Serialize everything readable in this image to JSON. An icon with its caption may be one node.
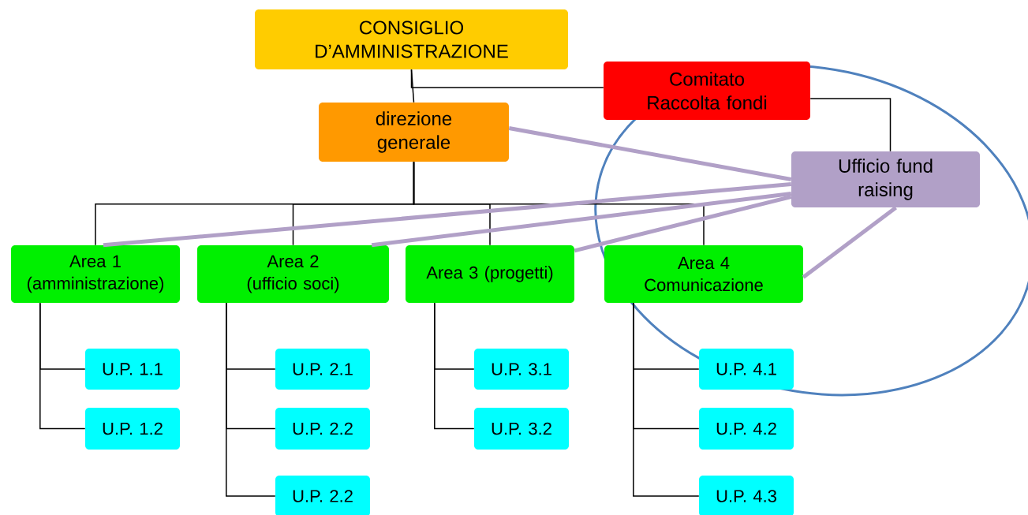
{
  "diagram": {
    "nodes": [
      {
        "text": [
          "CONSIGLIO D’AMMINISTRAZIONE"
        ]
      },
      {
        "text": [
          "Comitato Raccolta fondi"
        ]
      },
      {
        "text": [
          "direzione generale"
        ]
      },
      {
        "text": [
          "Ufficio fund raising"
        ]
      },
      {
        "text": [
          "Area 1 (amministrazione)"
        ]
      },
      {
        "text": [
          "Area 2 (ufficio soci)"
        ]
      },
      {
        "text": [
          "Area 3 (progetti)"
        ]
      },
      {
        "text": [
          "Area 4 Comunicazione"
        ]
      },
      {
        "text": [
          "U.P. 1.1"
        ]
      },
      {
        "text": [
          "U.P. 1.2"
        ]
      },
      {
        "text": [
          "U.P. 2.1"
        ]
      },
      {
        "text": [
          "U.P. 2.2"
        ]
      },
      {
        "text": [
          "U.P. 2.2"
        ]
      },
      {
        "text": [
          "U.P. 3.1"
        ]
      },
      {
        "text": [
          "U.P. 3.2"
        ]
      },
      {
        "text": [
          "U.P. 4.1"
        ]
      },
      {
        "text": [
          "U.P. 4.2"
        ]
      },
      {
        "text": [
          "U.P. 4.3"
        ]
      }
    ],
    "edges": [
      {
        "from": 0,
        "to": 2,
        "arrow": "none"
      },
      {
        "from": 0,
        "to": 1,
        "arrow": "none"
      },
      {
        "from": 1,
        "to": 3,
        "arrow": "none"
      },
      {
        "from": 2,
        "to": 4,
        "arrow": "none"
      },
      {
        "from": 2,
        "to": 5,
        "arrow": "none"
      },
      {
        "from": 2,
        "to": 6,
        "arrow": "none"
      },
      {
        "from": 2,
        "to": 7,
        "arrow": "none"
      },
      {
        "from": 4,
        "to": 8,
        "arrow": "none"
      },
      {
        "from": 4,
        "to": 9,
        "arrow": "none"
      },
      {
        "from": 5,
        "to": 10,
        "arrow": "none"
      },
      {
        "from": 5,
        "to": 11,
        "arrow": "none"
      },
      {
        "from": 5,
        "to": 12,
        "arrow": "none"
      },
      {
        "from": 6,
        "to": 13,
        "arrow": "none"
      },
      {
        "from": 6,
        "to": 14,
        "arrow": "none"
      },
      {
        "from": 7,
        "to": 15,
        "arrow": "none"
      },
      {
        "from": 7,
        "to": 16,
        "arrow": "none"
      },
      {
        "from": 7,
        "to": 17,
        "arrow": "none"
      },
      {
        "from": 3,
        "to": 2,
        "arrow": "none",
        "style": "thick",
        "color": "#b1a0c7"
      },
      {
        "from": 3,
        "to": 4,
        "arrow": "none",
        "style": "thick",
        "color": "#b1a0c7"
      },
      {
        "from": 3,
        "to": 5,
        "arrow": "none",
        "style": "thick",
        "color": "#b1a0c7"
      },
      {
        "from": 3,
        "to": 6,
        "arrow": "none",
        "style": "thick",
        "color": "#b1a0c7"
      },
      {
        "from": 3,
        "to": 7,
        "arrow": "none",
        "style": "thick",
        "color": "#b1a0c7"
      }
    ]
  }
}
